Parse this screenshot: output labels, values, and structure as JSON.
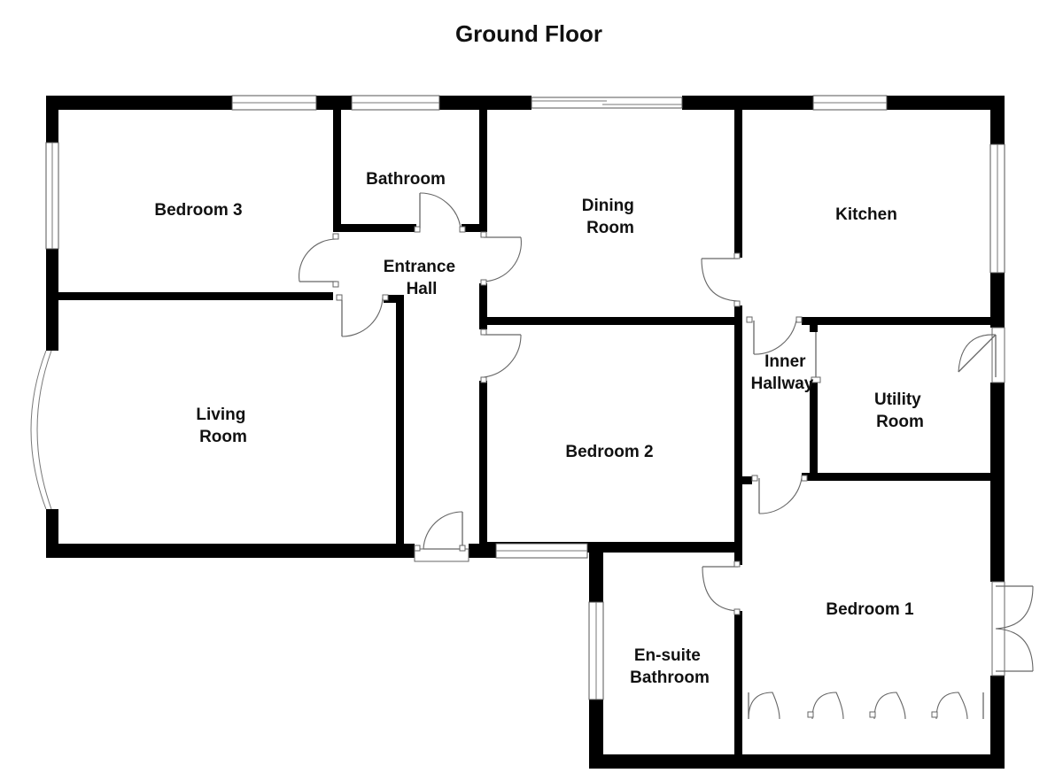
{
  "title": "Ground Floor",
  "rooms": {
    "bedroom3": {
      "lines": [
        "Bedroom 3"
      ]
    },
    "bathroom": {
      "lines": [
        "Bathroom"
      ]
    },
    "dining_room": {
      "lines": [
        "Dining",
        "Room"
      ]
    },
    "kitchen": {
      "lines": [
        "Kitchen"
      ]
    },
    "entrance_hall": {
      "lines": [
        "Entrance",
        "Hall"
      ]
    },
    "living_room": {
      "lines": [
        "Living",
        "Room"
      ]
    },
    "bedroom2": {
      "lines": [
        "Bedroom 2"
      ]
    },
    "inner_hallway": {
      "lines": [
        "Inner",
        "Hallway"
      ]
    },
    "utility_room": {
      "lines": [
        "Utility",
        "Room"
      ]
    },
    "bedroom1": {
      "lines": [
        "Bedroom 1"
      ]
    },
    "ensuite_bathroom": {
      "lines": [
        "En-suite",
        "Bathroom"
      ]
    }
  }
}
